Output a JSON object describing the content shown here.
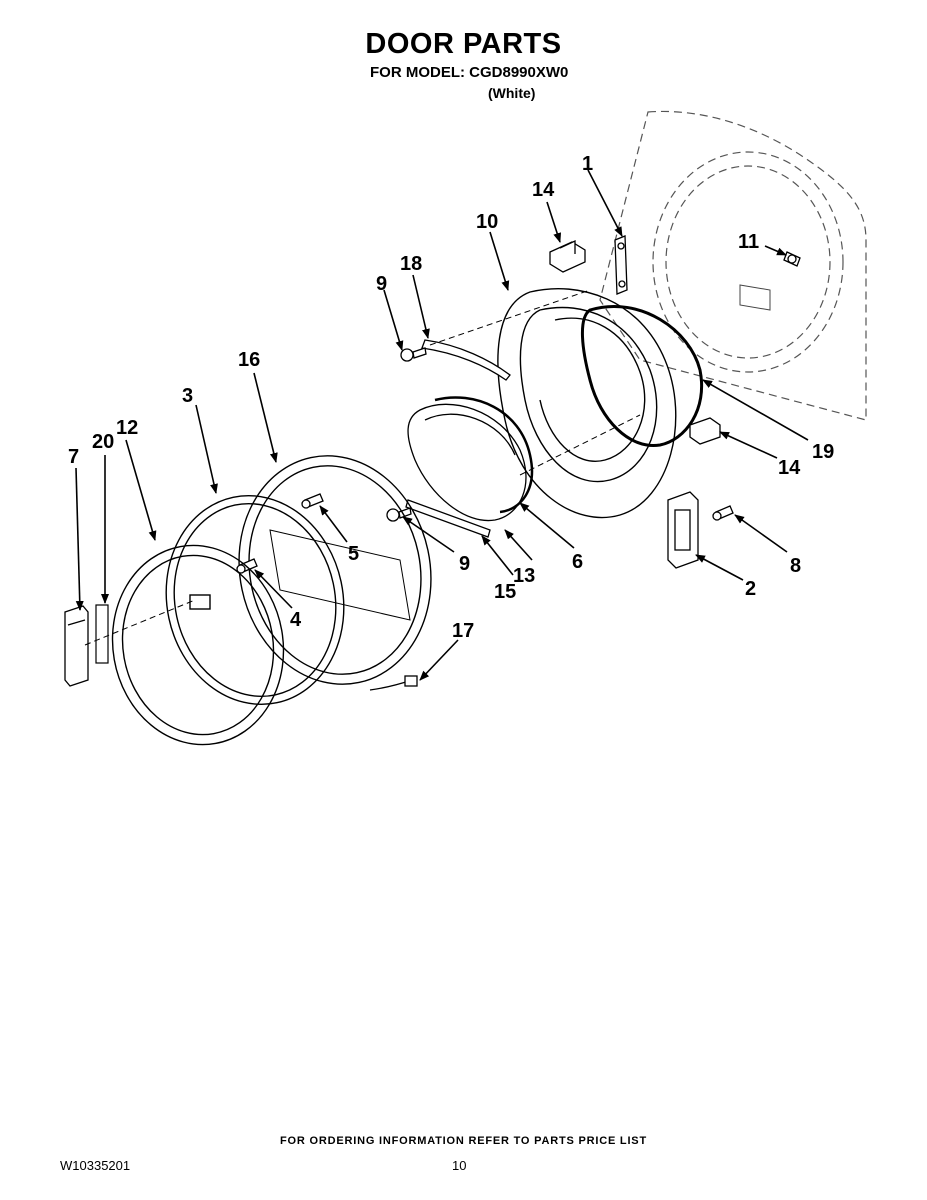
{
  "header": {
    "title": "DOOR PARTS",
    "model_line": "FOR MODEL: CGD8990XW0",
    "variant": "(White)"
  },
  "callouts": [
    "1",
    "2",
    "3",
    "4",
    "5",
    "6",
    "7",
    "8",
    "9",
    "9",
    "10",
    "11",
    "12",
    "13",
    "14",
    "14",
    "15",
    "16",
    "17",
    "18",
    "19",
    "20"
  ],
  "footer": {
    "ordering_note": "FOR ORDERING INFORMATION REFER TO PARTS PRICE LIST",
    "document_number": "W10335201",
    "page_number": "10"
  }
}
